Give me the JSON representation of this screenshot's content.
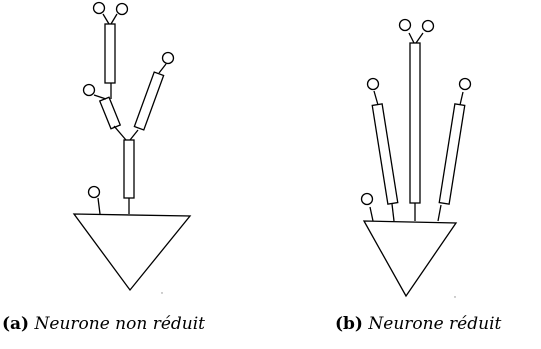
{
  "figure": {
    "panel_a": {
      "tag": "(a)",
      "caption": "Neurone non réduit"
    },
    "panel_b": {
      "tag": "(b)",
      "caption": "Neurone réduit"
    }
  }
}
